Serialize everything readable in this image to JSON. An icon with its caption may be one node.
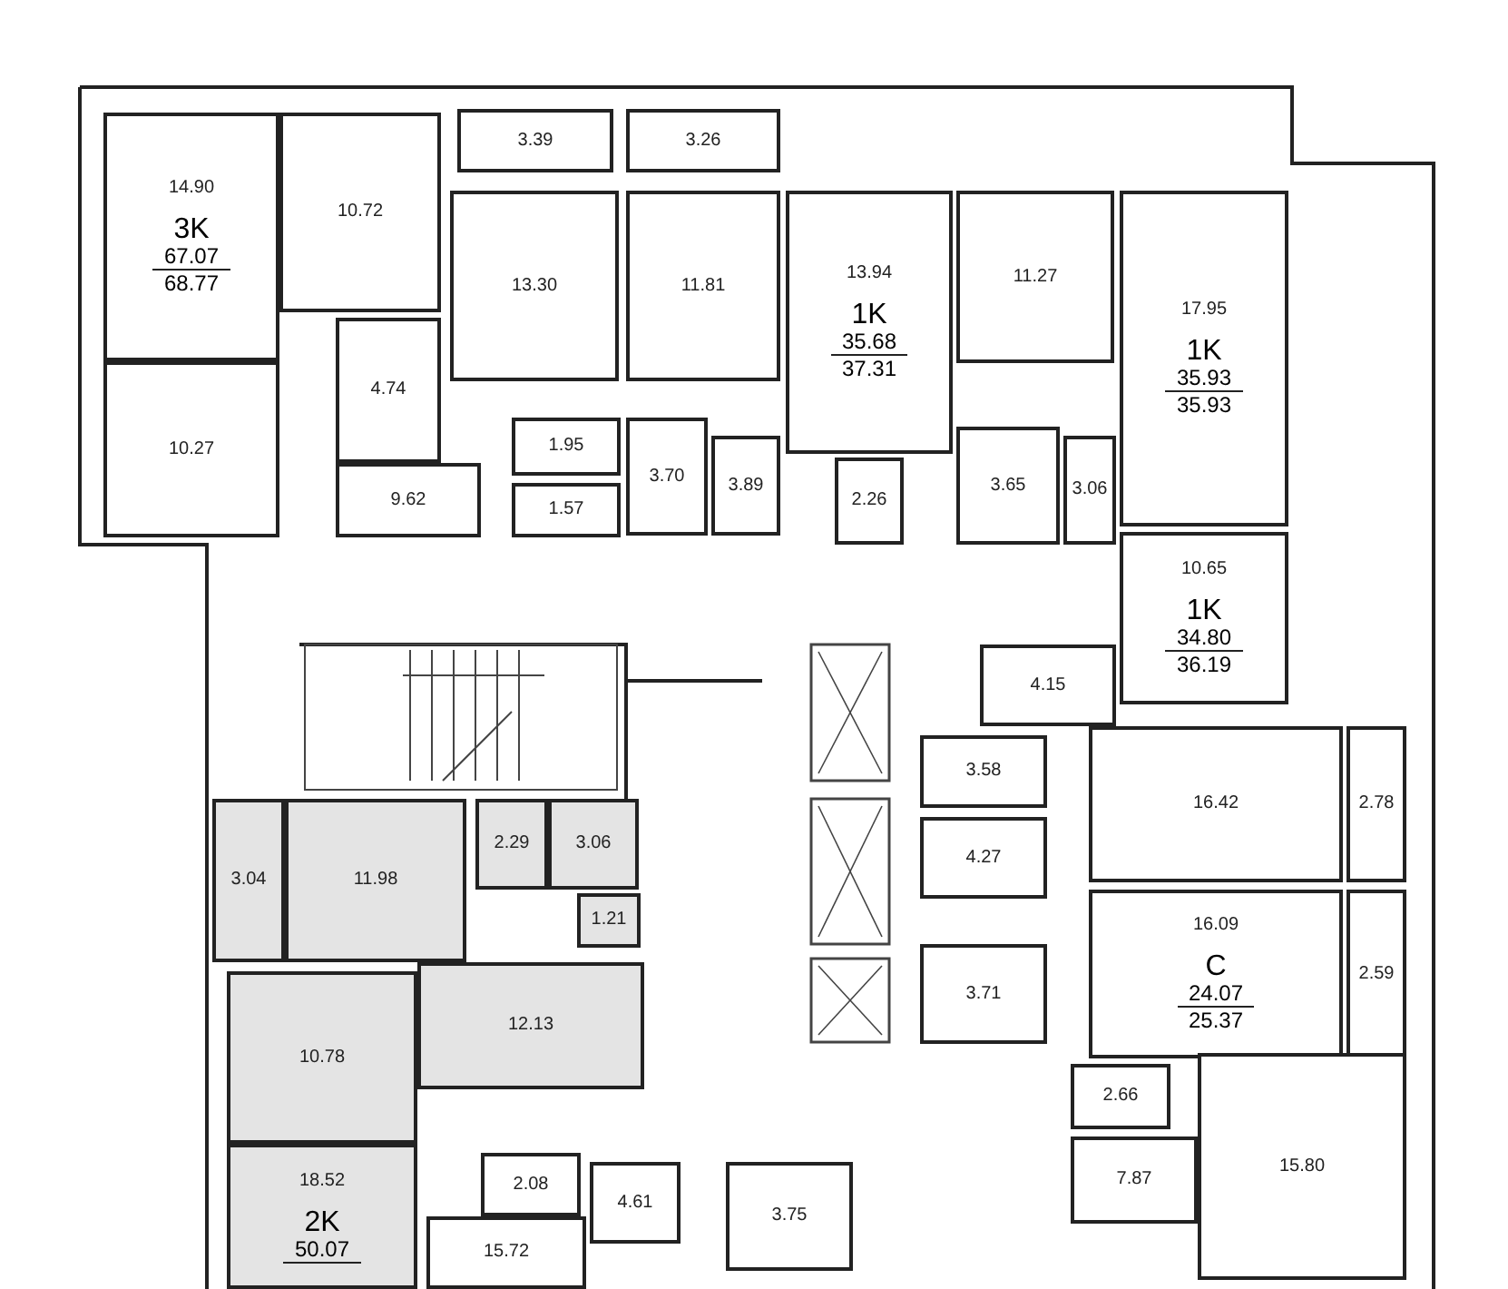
{
  "diagram": {
    "nodes": [
      {
        "text": [
          "14.90",
          "3K",
          "67.07",
          "68.77"
        ]
      },
      {
        "text": [
          "10.72"
        ]
      },
      {
        "text": [
          "4.74"
        ]
      },
      {
        "text": [
          "10.27"
        ]
      },
      {
        "text": [
          "9.62"
        ]
      },
      {
        "text": [
          "3.39"
        ]
      },
      {
        "text": [
          "3.26"
        ]
      },
      {
        "text": [
          "13.30"
        ]
      },
      {
        "text": [
          "11.81"
        ]
      },
      {
        "text": [
          "1.95"
        ]
      },
      {
        "text": [
          "1.57"
        ]
      },
      {
        "text": [
          "3.70"
        ]
      },
      {
        "text": [
          "3.89"
        ]
      },
      {
        "text": [
          "13.94",
          "1K",
          "35.68",
          "37.31"
        ]
      },
      {
        "text": [
          "2.26"
        ]
      },
      {
        "text": [
          "11.27"
        ]
      },
      {
        "text": [
          "3.65"
        ]
      },
      {
        "text": [
          "3.06"
        ]
      },
      {
        "text": [
          "17.95",
          "1K",
          "35.93",
          "35.93"
        ]
      },
      {
        "text": [
          "10.65",
          "1K",
          "34.80",
          "36.19"
        ]
      },
      {
        "text": [
          "4.15"
        ]
      },
      {
        "text": [
          "3.58"
        ]
      },
      {
        "text": [
          "16.42"
        ]
      },
      {
        "text": [
          "2.78"
        ]
      },
      {
        "text": [
          "4.27"
        ]
      },
      {
        "text": [
          "16.09",
          "C",
          "24.07",
          "25.37"
        ]
      },
      {
        "text": [
          "2.59"
        ]
      },
      {
        "text": [
          "3.71"
        ]
      },
      {
        "text": [
          "2.66"
        ]
      },
      {
        "text": [
          "7.87"
        ]
      },
      {
        "text": [
          "15.80"
        ]
      },
      {
        "text": [
          "3.04"
        ]
      },
      {
        "text": [
          "11.98"
        ]
      },
      {
        "text": [
          "2.29"
        ]
      },
      {
        "text": [
          "3.06"
        ]
      },
      {
        "text": [
          "1.21"
        ]
      },
      {
        "text": [
          "12.13"
        ]
      },
      {
        "text": [
          "10.78"
        ]
      },
      {
        "text": [
          "18.52",
          "2K",
          "50.07"
        ]
      },
      {
        "text": [
          "2.08"
        ]
      },
      {
        "text": [
          "4.61"
        ]
      },
      {
        "text": [
          "15.72"
        ]
      },
      {
        "text": [
          "3.75"
        ]
      }
    ]
  }
}
